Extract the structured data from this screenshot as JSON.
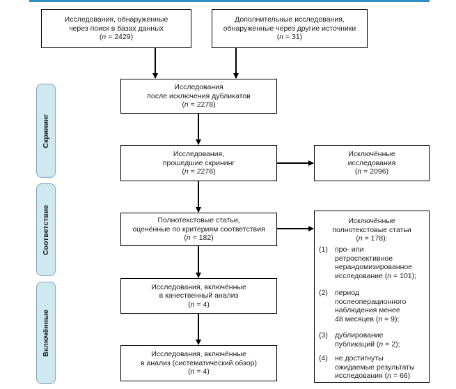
{
  "colors": {
    "accent_line": "#2f8fc4",
    "stage_fill": "#cfe7ee",
    "stage_border": "#86a9ba",
    "box_border": "#000000",
    "arrow": "#000000"
  },
  "stages": {
    "screening": "Скрининг",
    "eligibility": "Соответствие",
    "included": "Включённые"
  },
  "boxes": {
    "db_search": {
      "line1": "Исследования, обнаруженные",
      "line2": "через поиск в базах данных",
      "n_label": "n",
      "n_value": " = 2429)"
    },
    "other_sources": {
      "line1": "Дополнительные исследования,",
      "line2": "обнаруженные через другие источники",
      "n_label": "n",
      "n_value": " = 31)"
    },
    "after_duplicates": {
      "line1": "Исследования",
      "line2": "после исключения дубликатов",
      "n_label": "n",
      "n_value": " = 2278)"
    },
    "screened": {
      "line1": "Исследования,",
      "line2": "прошедшие скрининг",
      "n_label": "n",
      "n_value": " = 2278)"
    },
    "excluded": {
      "line1": "Исключённые",
      "line2": "исследования",
      "n_label": "n",
      "n_value": " = 2096)"
    },
    "fulltext": {
      "line1": "Полнотекстовые статьи,",
      "line2": "оценённые по критериям соответствия",
      "n_label": "n",
      "n_value": " = 182)"
    },
    "qualitative": {
      "line1": "Исследования, включённые",
      "line2": "в качественный анализ",
      "n_label": "n",
      "n_value": " = 4)"
    },
    "systematic": {
      "line1": "Исследования, включённые",
      "line2": "в анализ (систематический обзор)",
      "n_label": "n",
      "n_value": " = 4)"
    }
  },
  "excluded_fulltext": {
    "line1": "Исключённые",
    "line2": "полнотекстовые статьи",
    "line3_pre": "(",
    "n_label": "n",
    "line3_post": " = 178):",
    "items": [
      {
        "num": "(1)",
        "l1": "про- или",
        "l2": "ретроспективное",
        "l3": "нерандомизированное",
        "l4_pre": "исследование (",
        "n_label": "n",
        "l4_post": " = 101);"
      },
      {
        "num": "(2)",
        "l1": "период",
        "l2": "послеоперационного",
        "l3": "наблюдения менее",
        "l4_pre": "48 месяцев (",
        "n_label": "n",
        "l4_post": " = 9);"
      },
      {
        "num": "(3)",
        "l1": "дублирование",
        "l2_pre": "публикаций (",
        "n_label": "n",
        "l2_post": " = 2);"
      },
      {
        "num": "(4)",
        "l1": "не достигнуты",
        "l2": "ожидаемые результаты",
        "l3_pre": "исследования (",
        "n_label": "n",
        "l3_post": " = 66)"
      }
    ]
  },
  "paren_open": "("
}
